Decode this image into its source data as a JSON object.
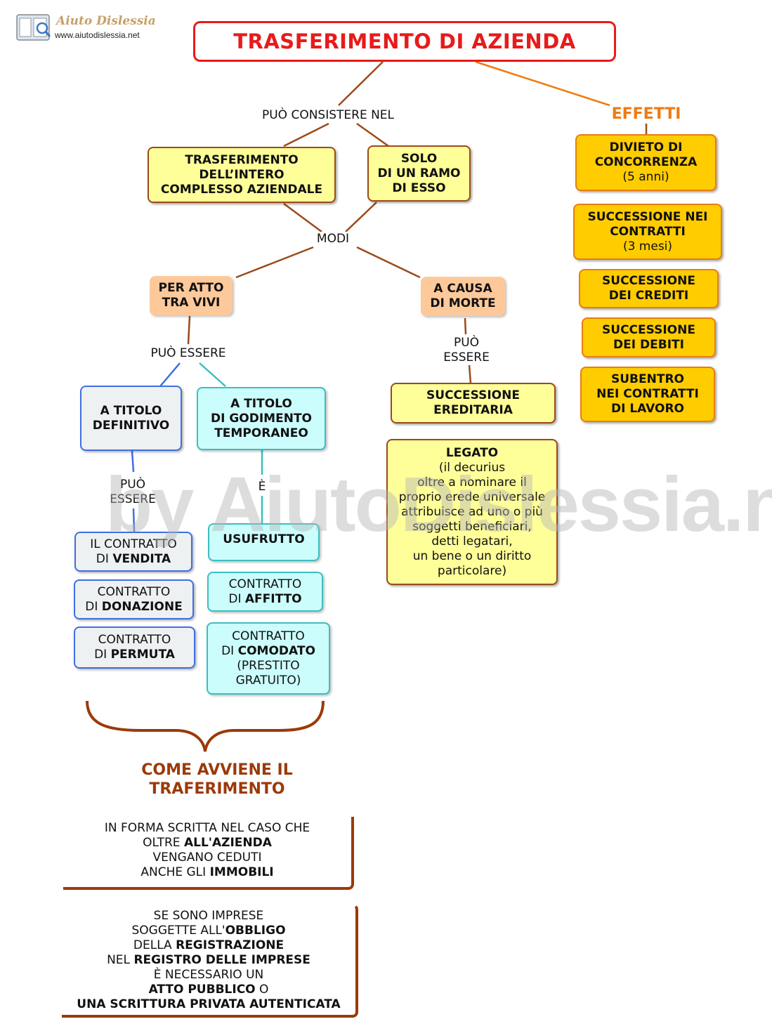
{
  "logo": {
    "name": "Aiuto Dislessia",
    "url": "www.aiutodislessia.net"
  },
  "watermark": "by AiutoDislessia.net",
  "title": "TRASFERIMENTO DI AZIENDA",
  "labels": {
    "puo_consistere": "PUÒ CONSISTERE NEL",
    "effetti": "EFFETTI",
    "modi": "MODI",
    "puo_essere": "PUÒ ESSERE",
    "puo_1": "PUÒ",
    "essere_1": "ESSERE",
    "puo_2": "PUÒ",
    "essere_2": "ESSERE",
    "e": "È"
  },
  "nodes": {
    "intero": [
      "TRASFERIMENTO",
      "DELL’INTERO",
      "COMPLESSO AZIENDALE"
    ],
    "ramo": [
      "SOLO",
      "DI UN RAMO",
      "DI ESSO"
    ],
    "atto_vivi": [
      "PER ATTO",
      "TRA VIVI"
    ],
    "causa_morte": [
      "A CAUSA",
      "DI MORTE"
    ],
    "definitivo": [
      "A TITOLO",
      "DEFINITIVO"
    ],
    "godimento": [
      "A TITOLO",
      "DI GODIMENTO",
      "TEMPORANEO"
    ],
    "successione_ereditaria": [
      "SUCCESSIONE",
      "EREDITARIA"
    ],
    "legato": {
      "title": "LEGATO",
      "lines": [
        "(il decurius",
        "oltre a nominare il",
        "proprio erede universale",
        "attribuisce ad uno o più",
        "soggetti beneficiari,",
        "detti legatari,",
        "un bene o un diritto",
        "particolare)"
      ]
    },
    "vendita": {
      "l1": "IL CONTRATTO",
      "pre": "DI ",
      "bold": "VENDITA"
    },
    "donazione": {
      "l1": "CONTRATTO",
      "pre": "DI ",
      "bold": "DONAZIONE"
    },
    "permuta": {
      "l1": "CONTRATTO",
      "pre": "DI ",
      "bold": "PERMUTA"
    },
    "usufrutto": "USUFRUTTO",
    "affitto": {
      "l1": "CONTRATTO",
      "pre": "DI ",
      "bold": "AFFITTO"
    },
    "comodato": {
      "l1": "CONTRATTO",
      "pre": "DI ",
      "bold": "COMODATO",
      "l3": "(PRESTITO",
      "l4": "GRATUITO)"
    }
  },
  "effetti": [
    {
      "lines": [
        "DIVIETO DI",
        "CONCORRENZA"
      ],
      "sub": "(5 anni)"
    },
    {
      "lines": [
        "SUCCESSIONE NEI",
        "CONTRATTI"
      ],
      "sub": "(3 mesi)"
    },
    {
      "lines": [
        "SUCCESSIONE",
        "DEI CREDITI"
      ]
    },
    {
      "lines": [
        "SUCCESSIONE",
        "DEI DEBITI"
      ]
    },
    {
      "lines": [
        "SUBENTRO",
        "NEI CONTRATTI",
        "DI LAVORO"
      ]
    }
  ],
  "come_avviene": [
    "COME AVVIENE IL",
    "TRAFERIMENTO"
  ],
  "note1": {
    "l1": "IN FORMA SCRITTA NEL CASO CHE",
    "l2_pre": "OLTRE ",
    "l2_bold": "ALL'AZIENDA",
    "l3": "VENGANO CEDUTI",
    "l4_pre": "ANCHE GLI ",
    "l4_bold": "IMMOBILI"
  },
  "note2": {
    "l1": "SE SONO IMPRESE",
    "l2_pre": "SOGGETTE ALL'",
    "l2_bold": "OBBLIGO",
    "l3_pre": "DELLA ",
    "l3_bold": "REGISTRAZIONE",
    "l4_pre": "NEL ",
    "l4_bold": "REGISTRO DELLE IMPRESE",
    "l5": "È NECESSARIO UN",
    "l6_bold": "ATTO PUBBLICO",
    "l6_post": " O",
    "l7_bold": "UNA SCRITTURA PRIVATA AUTENTICATA"
  },
  "colors": {
    "title": "#e81b1b",
    "connector": "#9b4a1a",
    "effetti": "#f07a10",
    "blue": "#3f6fe0",
    "cyan": "#3cbfbf",
    "come_avviene": "#9b3a0a"
  }
}
